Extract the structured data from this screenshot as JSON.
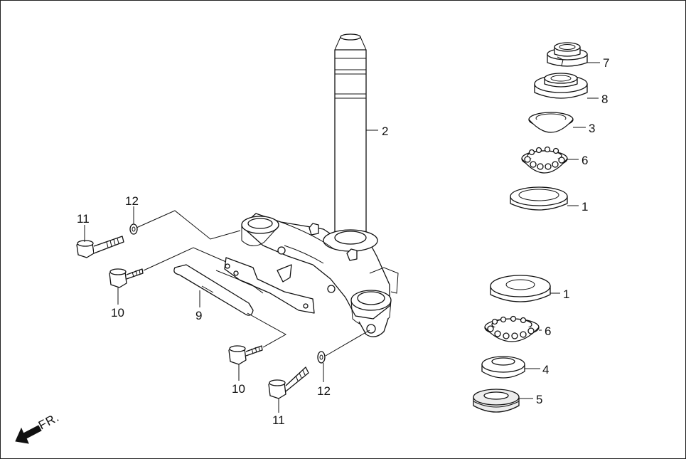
{
  "diagram": {
    "callouts": {
      "c2": "2",
      "c7": "7",
      "c8": "8",
      "c3": "3",
      "c6a": "6",
      "c1a": "1",
      "c1b": "1",
      "c6b": "6",
      "c4": "4",
      "c5": "5",
      "c9": "9",
      "c10a": "10",
      "c10b": "10",
      "c11a": "11",
      "c11b": "11",
      "c12a": "12",
      "c12b": "12"
    },
    "direction_label": "FR."
  }
}
